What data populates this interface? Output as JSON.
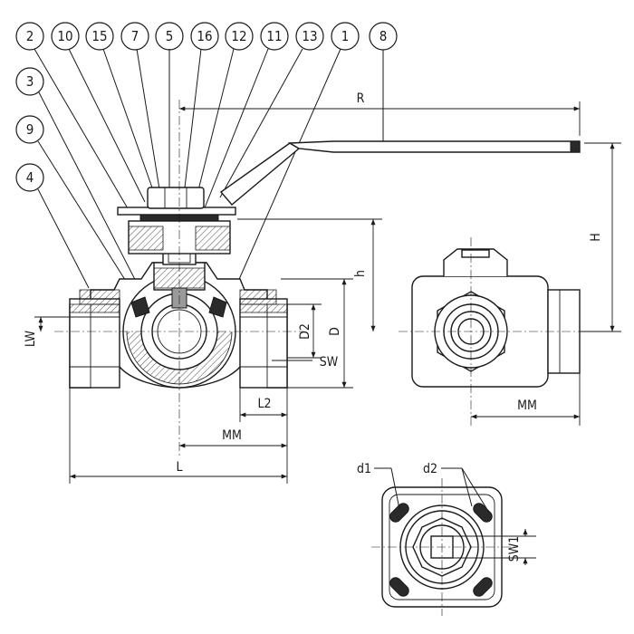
{
  "callouts": [
    "2",
    "10",
    "15",
    "7",
    "5",
    "16",
    "12",
    "11",
    "13",
    "1",
    "8",
    "3",
    "9",
    "4"
  ],
  "dimensions": {
    "R": "R",
    "H": "H",
    "h": "h",
    "LW": "LW",
    "D2": "D2",
    "D": "D",
    "SW": "SW",
    "L2": "L2",
    "MM_front": "MM",
    "L": "L",
    "MM_side": "MM",
    "d1": "d1",
    "d2": "d2",
    "SW1": "SW1"
  }
}
